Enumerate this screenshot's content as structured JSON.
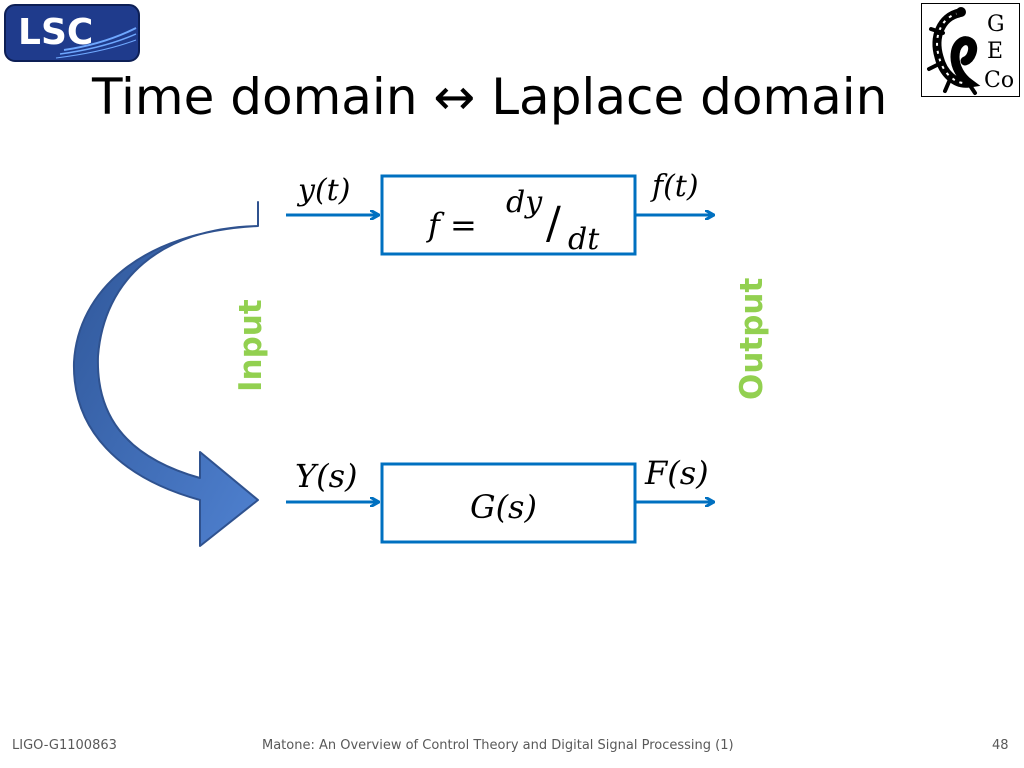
{
  "logos": {
    "left_text": "LSC",
    "right_letters": [
      "G",
      "E",
      "Co"
    ]
  },
  "title": "Time domain ↔ Laplace domain",
  "diagram": {
    "top": {
      "input": "y(t)",
      "block": {
        "lhs": "f =",
        "num": "dy",
        "slash": "/",
        "den": "dt"
      },
      "output": "f(t)"
    },
    "bottom": {
      "input": "Y(s)",
      "block": "G(s)",
      "output": "F(s)"
    },
    "input_label": "Input",
    "output_label": "Output"
  },
  "colors": {
    "arrow_blue": "#0070C0",
    "curved_arrow": "#4472C4",
    "label_green": "#92D050",
    "logo_blue": "#1F3B8C"
  },
  "footer": {
    "left": "LIGO-G1100863",
    "center": "Matone: An Overview of Control Theory and Digital Signal Processing (1)",
    "page": "48"
  }
}
